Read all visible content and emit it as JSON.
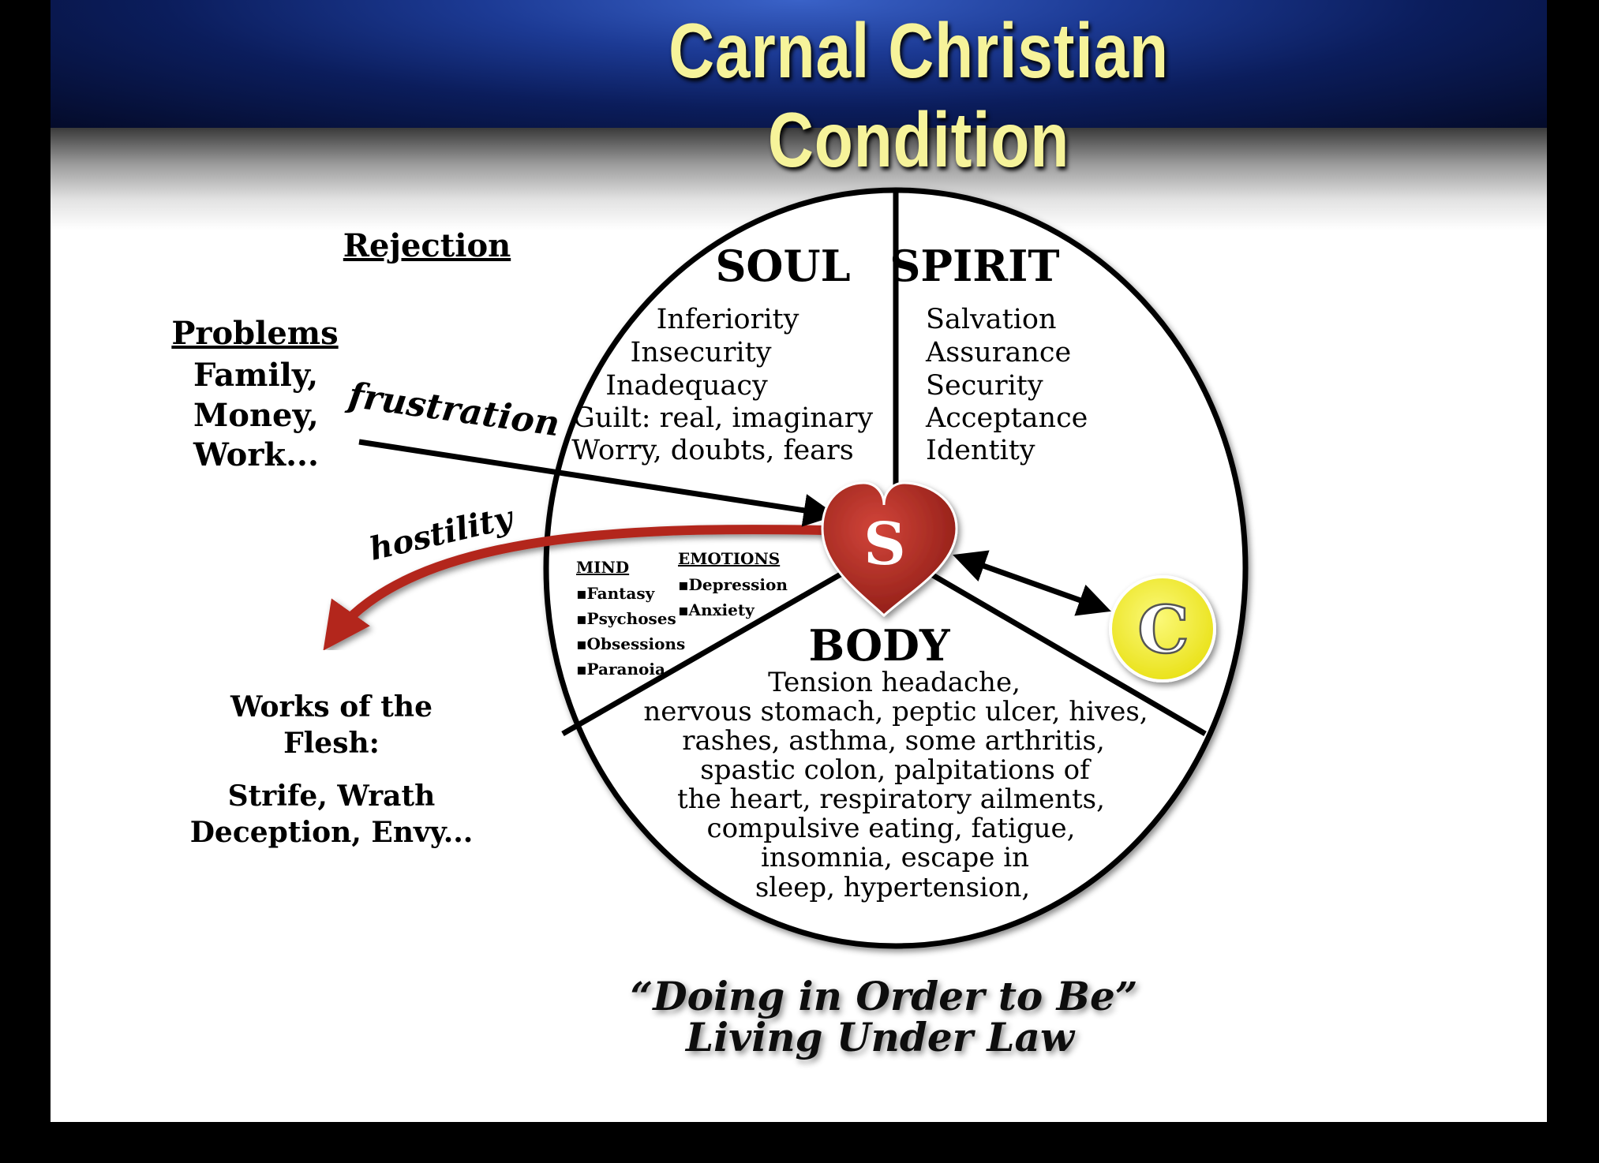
{
  "title": "Carnal Christian Condition",
  "left": {
    "rejection": "Rejection",
    "problems_heading": "Problems",
    "problems": [
      "Family,",
      "Money,",
      "Work..."
    ],
    "frustration": "frustration",
    "hostility": "hostility",
    "works_heading": [
      "Works of the",
      "Flesh:"
    ],
    "works_list": [
      "Strife, Wrath",
      "Deception, Envy..."
    ]
  },
  "soul": {
    "label": "SOUL",
    "items": [
      "Inferiority",
      "Insecurity",
      "Inadequacy",
      "Guilt: real, imaginary",
      "Worry, doubts, fears"
    ]
  },
  "spirit": {
    "label": "SPIRIT",
    "items": [
      "Salvation",
      "Assurance",
      "Security",
      "Acceptance",
      "Identity"
    ]
  },
  "mind": {
    "label": "MIND",
    "items": [
      "▪Fantasy",
      "▪Psychoses",
      "▪Obsessions",
      "▪Paranoia"
    ]
  },
  "emotions": {
    "label": "EMOTIONS",
    "items": [
      "▪Depression",
      "▪Anxiety"
    ]
  },
  "body": {
    "label": "BODY",
    "lines": [
      "Tension headache,",
      "nervous stomach, peptic ulcer, hives,",
      "rashes, asthma, some arthritis,",
      "spastic colon, palpitations of",
      "the heart, respiratory ailments,",
      "compulsive eating, fatigue,",
      "insomnia, escape in",
      "sleep, hypertension,"
    ]
  },
  "heart_letter": "S",
  "christ_letter": "C",
  "footer": {
    "line1": "“Doing in Order to Be”",
    "line2": "Living Under Law"
  },
  "colors": {
    "title": "#f6f39a",
    "heart": "#b3261e",
    "christ_circle": "#f5f03a",
    "hostility_arrow": "#b3261e"
  }
}
